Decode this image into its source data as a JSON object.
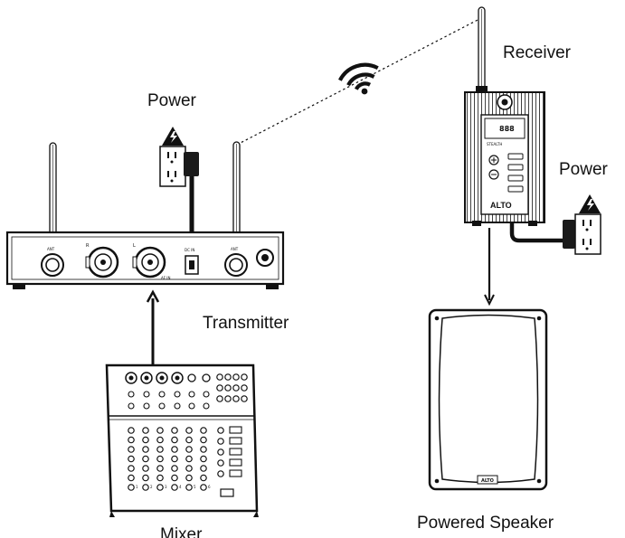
{
  "labels": {
    "power_left": "Power",
    "receiver": "Receiver",
    "power_right": "Power",
    "transmitter": "Transmitter",
    "mixer": "Mixer",
    "powered_speaker": "Powered Speaker"
  },
  "devices": {
    "transmitter": {
      "antenna_label": "ANT",
      "input_r": "R",
      "input_l": "L",
      "af_in": "AF IN",
      "dc_in": "DC IN"
    },
    "receiver": {
      "brand": "ALTO",
      "model": "STEALTH",
      "display": "888"
    },
    "speaker": {
      "brand": "ALTO"
    },
    "mixer": {
      "channels": [
        "1",
        "2",
        "3",
        "4",
        "5",
        "6"
      ]
    }
  },
  "icons": {
    "wireless": "wifi-signal-icon",
    "hazard": "electrical-hazard-icon",
    "outlet": "power-outlet-icon"
  },
  "colors": {
    "ink": "#111111",
    "device_fill": "#ffffff",
    "dark_panel": "#1a1a1a"
  }
}
